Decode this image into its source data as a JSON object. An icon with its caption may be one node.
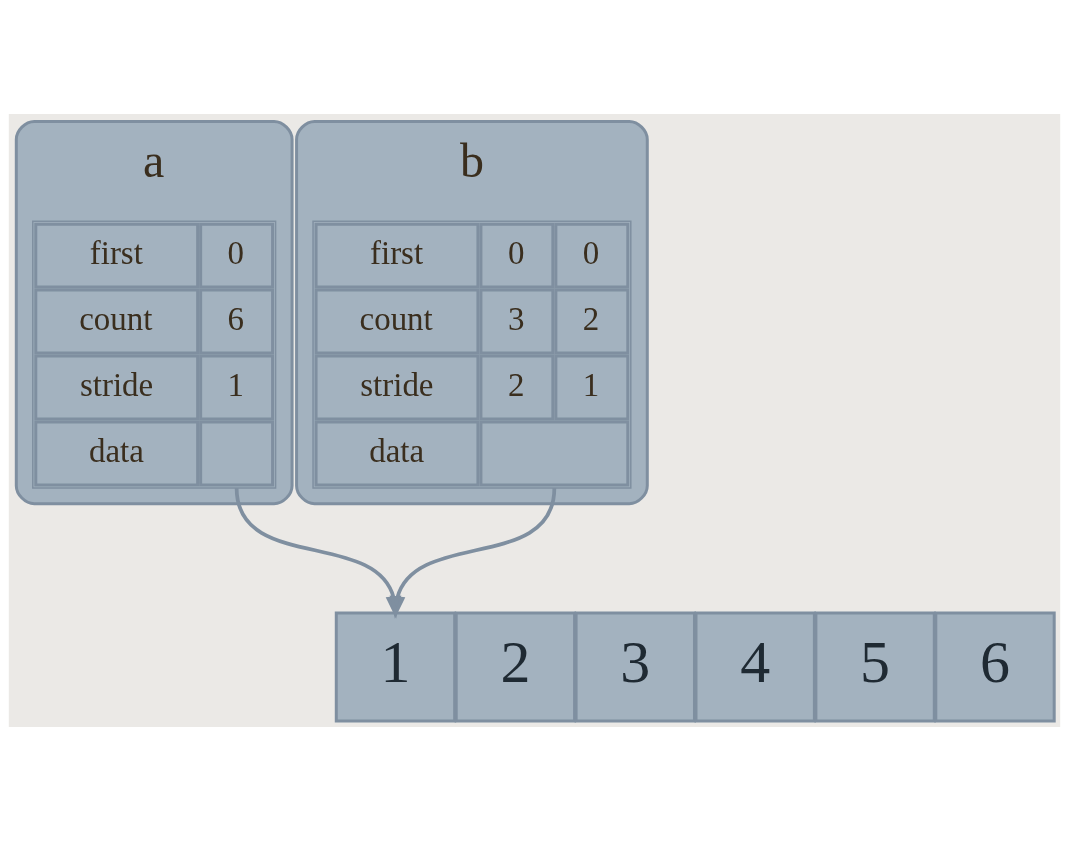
{
  "diagram": {
    "nodes": [
      {
        "text": [
          "a",
          "first",
          "0",
          "count",
          "6",
          "stride",
          "1",
          "data"
        ]
      },
      {
        "text": [
          "b",
          "first",
          "0",
          "0",
          "count",
          "3",
          "2",
          "stride",
          "2",
          "1",
          "data"
        ]
      },
      {
        "text": [
          "1"
        ]
      },
      {
        "text": [
          "2"
        ]
      },
      {
        "text": [
          "3"
        ]
      },
      {
        "text": [
          "4"
        ]
      },
      {
        "text": [
          "5"
        ]
      },
      {
        "text": [
          "6"
        ]
      }
    ],
    "edges": [
      {
        "from": 0,
        "to": 2,
        "arrow": "to"
      },
      {
        "from": 1,
        "to": 2,
        "arrow": "to"
      }
    ]
  }
}
